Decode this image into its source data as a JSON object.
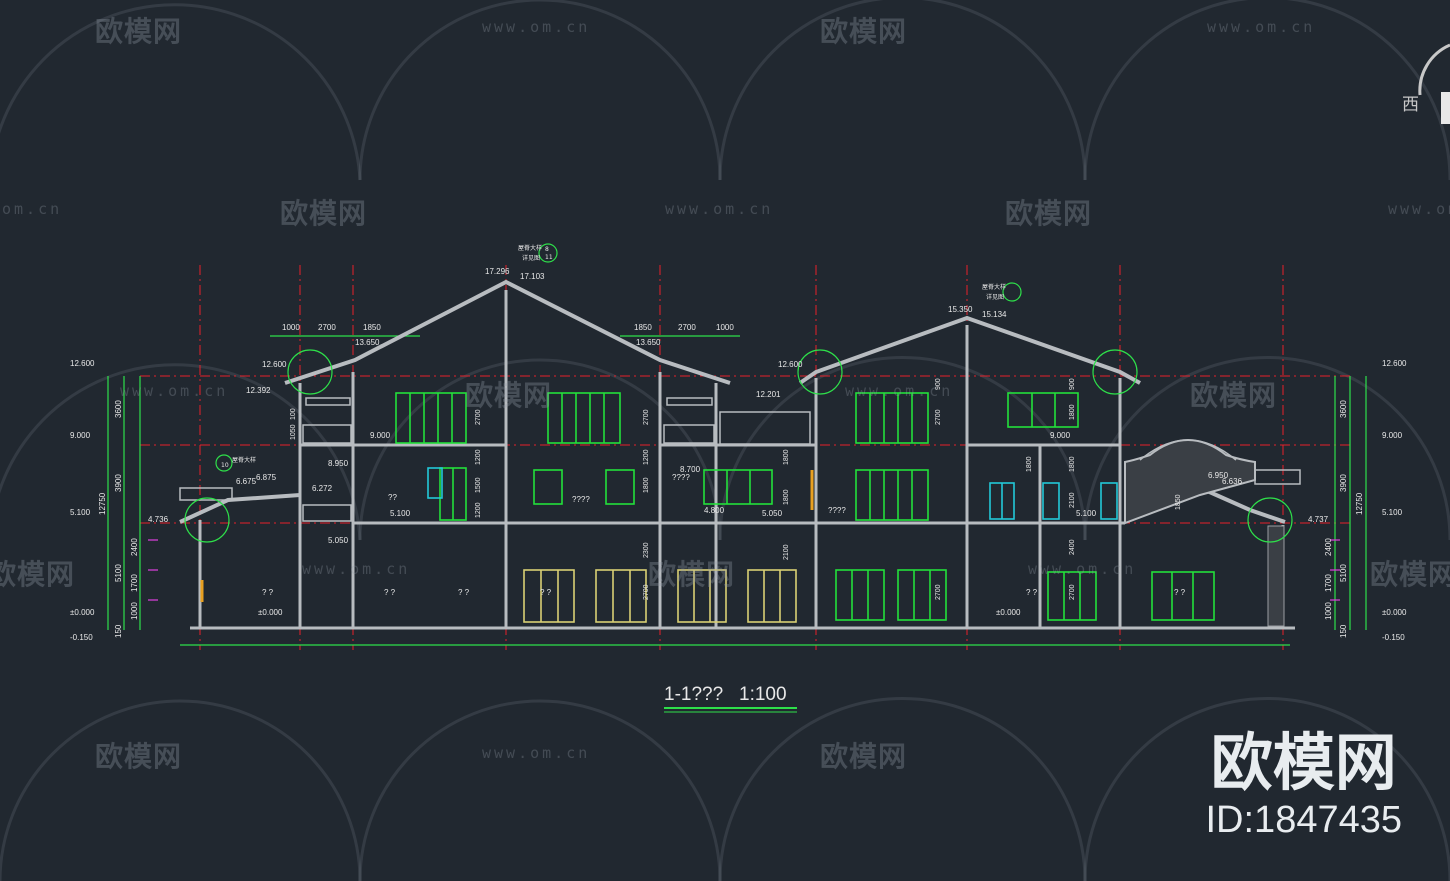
{
  "watermark": {
    "logo_text": "欧模网",
    "url_text": "www.om.cn",
    "url_partial": "om.cn"
  },
  "brand": {
    "name": "欧模网",
    "id": "ID:1847435"
  },
  "drawing": {
    "title": "1-1???   1:100",
    "compass_label": "西",
    "elevations_left": [
      "12.600",
      "9.000",
      "5.100",
      "±0.000",
      "-0.150"
    ],
    "elevations_right": [
      "12.600",
      "9.000",
      "5.100",
      "±0.000",
      "-0.150"
    ],
    "dims_left_vertical": [
      "3600",
      "3900",
      "12750",
      "5100",
      "2400",
      "1700",
      "1000",
      "150"
    ],
    "dims_right_vertical": [
      "3600",
      "3900",
      "12750",
      "5100",
      "2400",
      "1700",
      "1000",
      "150"
    ],
    "top_dims_left": [
      "1000",
      "2700",
      "1850"
    ],
    "top_dims_mid": [
      "1850",
      "2700",
      "1000"
    ],
    "ridge_levels": [
      "17.296",
      "17.103",
      "15.350",
      "15.134",
      "13.650",
      "13.650",
      "12.600",
      "12.392",
      "12.600",
      "12.201"
    ],
    "floor_labels": [
      "9.000",
      "8.950",
      "8.700",
      "6.950",
      "6.675",
      "6.875",
      "6.272",
      "6.636",
      "5.100",
      "5.050",
      "4.800",
      "5.050",
      "5.100",
      "4.736",
      "4.737",
      "9.000",
      "±0.000",
      "±0.000"
    ],
    "inner_dims": [
      "2700",
      "1200",
      "1500",
      "1200",
      "2700",
      "1200",
      "1800",
      "1800",
      "2700",
      "1800",
      "1800",
      "2100",
      "2300",
      "2700",
      "2100",
      "2700",
      "900",
      "1800",
      "1850",
      "900",
      "1800",
      "2400",
      "2700",
      "100",
      "1050"
    ],
    "room_marks": [
      "? ?",
      "? ?",
      "? ?",
      "? ?",
      "? ?",
      "? ?",
      "??",
      "????",
      "????",
      "????"
    ],
    "callout_notes": [
      "屋脊大样",
      "详见图",
      "8",
      "11",
      "10"
    ],
    "colors": {
      "background": "#212830",
      "wall": "#b8bcc0",
      "window_green": "#22e03a",
      "door_cyan": "#22c8d8",
      "door_yellow": "#d9cf74",
      "dimension": "#d0d0d0",
      "axis_red": "#e8202a",
      "level_green": "#2ee04a",
      "magenta": "#e040e0"
    }
  }
}
